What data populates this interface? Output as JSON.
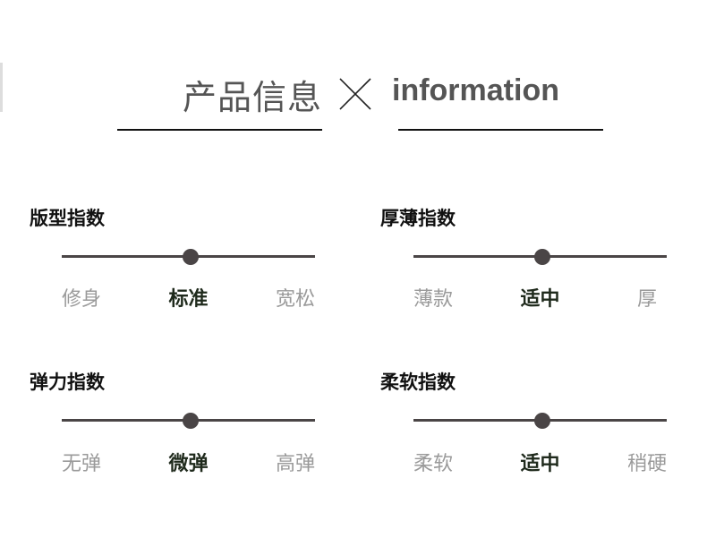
{
  "header": {
    "title_cn": "产品信息",
    "title_en": "information",
    "separator_icon": "cross-icon"
  },
  "indices": [
    {
      "title": "版型指数",
      "options": [
        "修身",
        "标准",
        "宽松"
      ],
      "selected": 1,
      "level": 0.5
    },
    {
      "title": "厚薄指数",
      "options": [
        "薄款",
        "适中",
        "厚"
      ],
      "selected": 1,
      "level": 0.5
    },
    {
      "title": "弹力指数",
      "options": [
        "无弹",
        "微弹",
        "高弹"
      ],
      "selected": 1,
      "level": 0.5
    },
    {
      "title": "柔软指数",
      "options": [
        "柔软",
        "适中",
        "稍硬"
      ],
      "selected": 1,
      "level": 0.5
    }
  ],
  "colors": {
    "track": "#4a4546",
    "selected": "#1f2a1c",
    "unselected": "#9a9a9a"
  }
}
